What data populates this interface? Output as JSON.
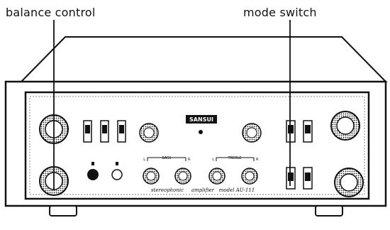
{
  "callouts": {
    "balance_control": "balance control",
    "mode_switch": "mode switch"
  },
  "panel_text": {
    "brand": "SANSUI",
    "subtitle_left": "stereophonic",
    "subtitle_right": "amplifier",
    "model": "model AU-111",
    "bass_label": "BASS",
    "treble_label": "TREBLE",
    "left_channel": "L",
    "right_channel": "R"
  },
  "colors": {
    "ink": "#111111",
    "panel": "#ffffff",
    "knurl": "#333333"
  }
}
